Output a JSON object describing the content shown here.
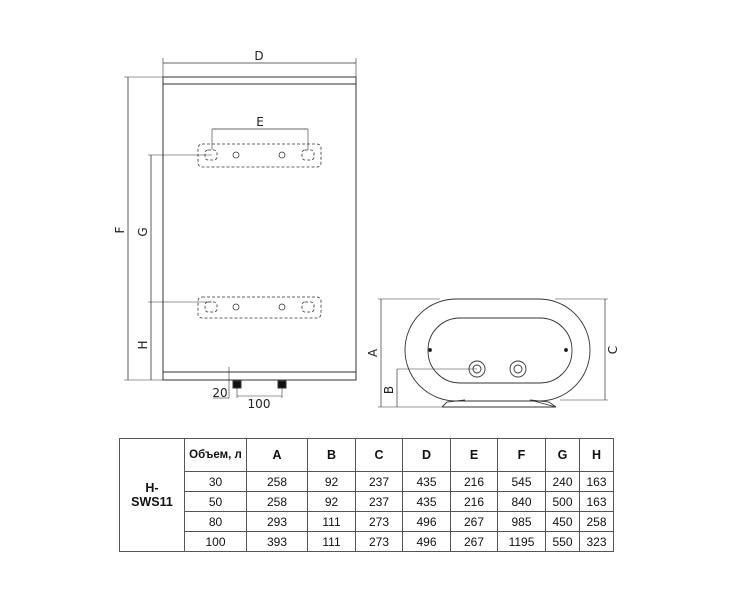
{
  "diagram": {
    "front_labels": {
      "D": "D",
      "E": "E",
      "F": "F",
      "G": "G",
      "H": "H",
      "offset": "20",
      "nozzle_spacing": "100"
    },
    "side_labels": {
      "A": "A",
      "B": "B",
      "C": "C"
    }
  },
  "table": {
    "model": "H-\nSWS11",
    "volume_header": "Объем, л",
    "columns": [
      "A",
      "B",
      "C",
      "D",
      "E",
      "F",
      "G",
      "H"
    ],
    "rows": [
      {
        "volume": "30",
        "values": [
          "258",
          "92",
          "237",
          "435",
          "216",
          "545",
          "240",
          "163"
        ]
      },
      {
        "volume": "50",
        "values": [
          "258",
          "92",
          "237",
          "435",
          "216",
          "840",
          "500",
          "163"
        ]
      },
      {
        "volume": "80",
        "values": [
          "293",
          "111",
          "273",
          "496",
          "267",
          "985",
          "450",
          "258"
        ]
      },
      {
        "volume": "100",
        "values": [
          "393",
          "111",
          "273",
          "496",
          "267",
          "1195",
          "550",
          "323"
        ]
      }
    ]
  }
}
